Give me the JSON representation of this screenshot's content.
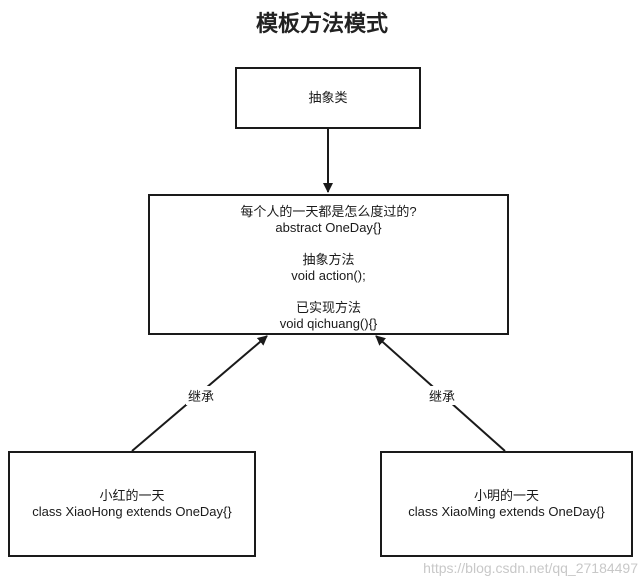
{
  "title": "模板方法模式",
  "nodes": {
    "abstract_class": {
      "label": "抽象类"
    },
    "oneday": {
      "line1": "每个人的一天都是怎么度过的?",
      "line2": "abstract OneDay{}",
      "line3": "抽象方法",
      "line4": "void action();",
      "line5": "已实现方法",
      "line6": "void qichuang(){}"
    },
    "xiaohong": {
      "line1": "小红的一天",
      "line2": "class XiaoHong extends OneDay{}"
    },
    "xiaoming": {
      "line1": "小明的一天",
      "line2": "class XiaoMing extends OneDay{}"
    }
  },
  "edges": {
    "left_label": "继承",
    "right_label": "继承"
  },
  "watermark": "https://blog.csdn.net/qq_27184497"
}
